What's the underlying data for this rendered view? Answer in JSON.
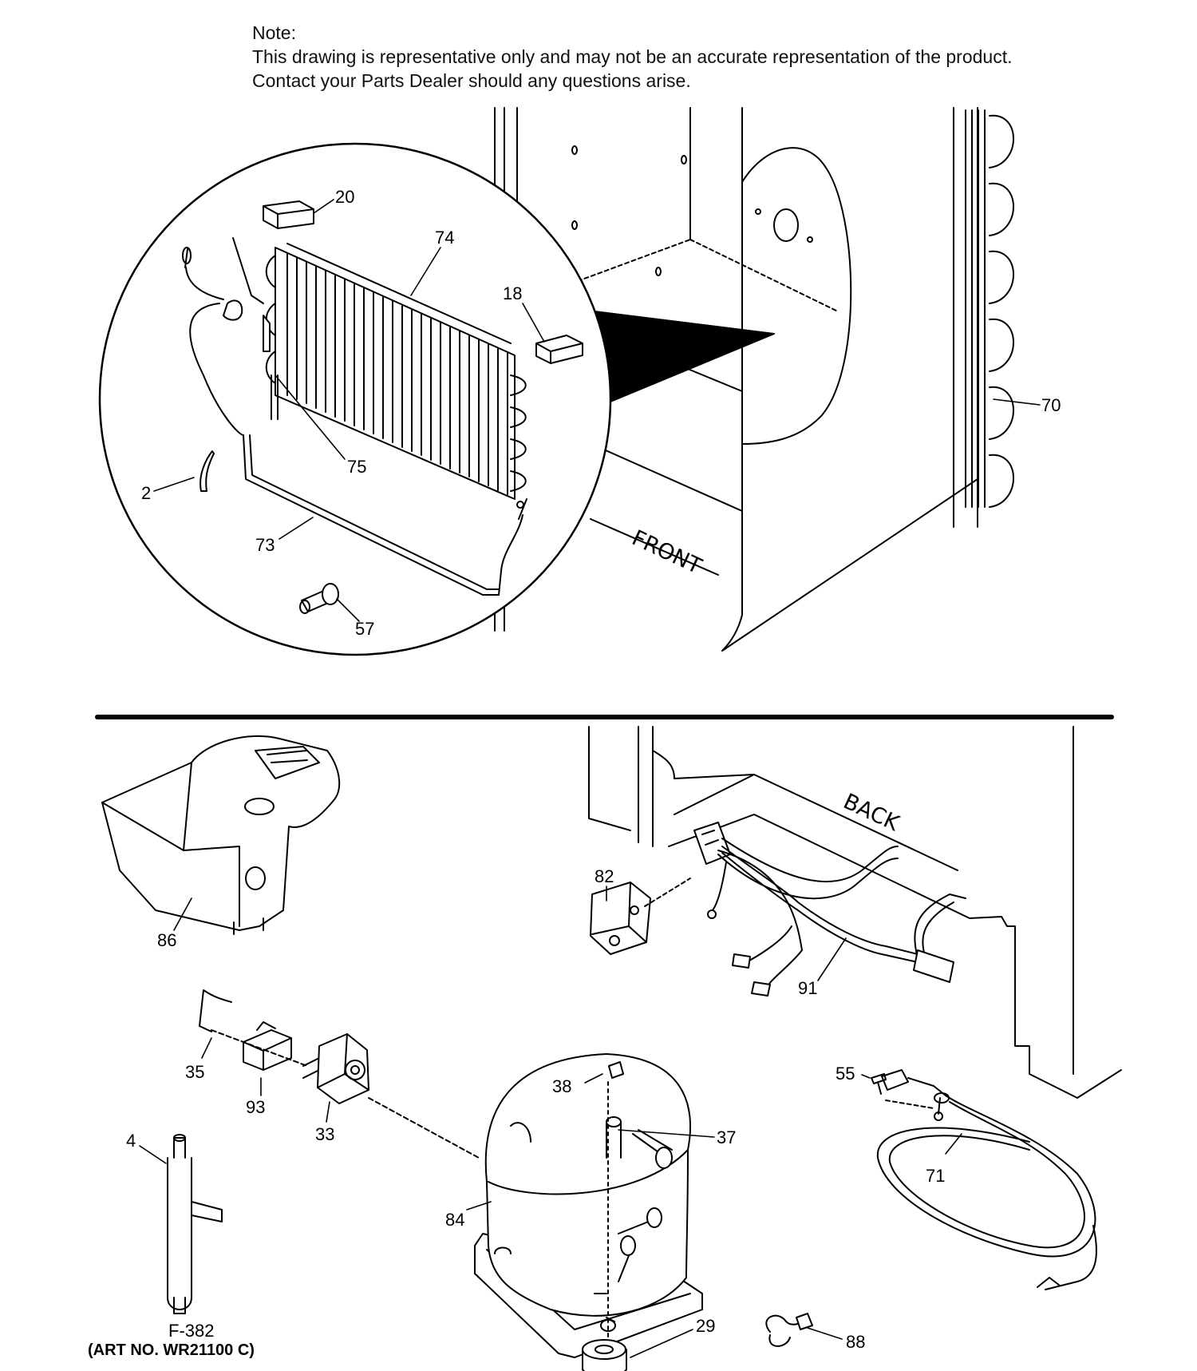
{
  "note": {
    "heading": "Note:",
    "line1": "This drawing is representative only and may not be an accurate representation of the product.",
    "line2": "Contact your Parts Dealer should any questions arise."
  },
  "orientation": {
    "front": "FRONT",
    "back": "BACK"
  },
  "parts": {
    "p20": "20",
    "p74": "74",
    "p18": "18",
    "p70": "70",
    "p75": "75",
    "p2": "2",
    "p73": "73",
    "p57": "57",
    "p86": "86",
    "p82": "82",
    "p91": "91",
    "p35": "35",
    "p93": "93",
    "p33": "33",
    "p38": "38",
    "p37": "37",
    "p55": "55",
    "p71": "71",
    "p4": "4",
    "p84": "84",
    "p29": "29",
    "p88": "88"
  },
  "footer": {
    "code": "F-382",
    "art_no": "(ART NO. WR21100 C)"
  }
}
